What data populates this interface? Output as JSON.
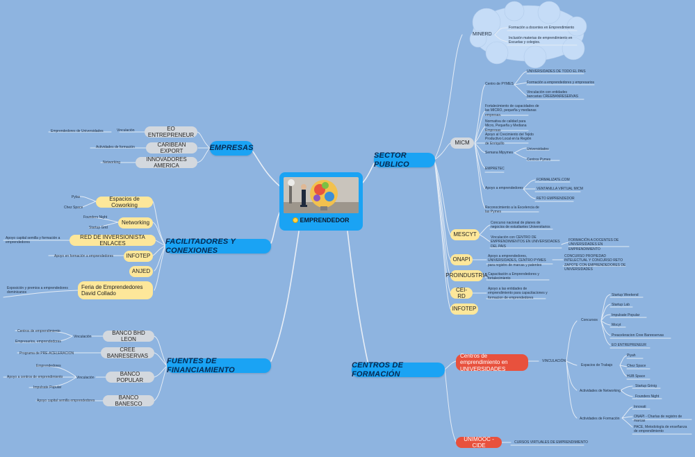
{
  "center": {
    "label": "EMPRENDEDOR"
  },
  "branches": {
    "empresas": "EMPRESAS",
    "facilitadores": "FACILITADORES Y CONEXIONES",
    "fuentes": "FUENTES DE FINANCIAMIENTO",
    "sector_publico": "SECTOR PUBLICO",
    "centros": "CENTROS DE FORMACIÓN"
  },
  "empresas": {
    "eo": "EO ENTREPRENEUR",
    "caribean": "CARIBEAN EXPORT",
    "innovadores": "INNOVADORES AMERICA",
    "vinculacion": "Vinculación",
    "emprendedores_univ": "Emprendedores de Universidades",
    "actividades_formacion": "Actividades de formación",
    "networking": "Networking"
  },
  "facilitadores": {
    "coworking": "Espacios de Coworking",
    "pylas": "Pylas",
    "chez_space": "Chez Space",
    "networking": "Networking",
    "founders_night": "Founders Night",
    "startup_grid": "Startup Grid",
    "red_inversionista": "RED DE INVERSIONISTA ENLACES",
    "apoyo_capital": "Apoyo capital semilla y formación a emprendedores",
    "infotep": "INFOTEP",
    "apoyo_formacion": "Apoyo en formación a emprendedores",
    "anjed": "ANJED",
    "feria": "Feria de Emprendedores David Collado",
    "exposicion": "Exposición y premios a emprendedores dominicanos"
  },
  "fuentes": {
    "bhd": "BANCO BHD LEON",
    "vinculacion": "Vinculación",
    "centros_emprend": "Centros de emprendimiento",
    "empresarios": "Empresarios, emprendedores",
    "cree": "CREE BANRESERVAS",
    "pre_aceleracion": "Programa de PRE-ACELERACION",
    "popular": "BANCO POPULAR",
    "emprendedores": "Emprendedores",
    "apoyo_centros": "Apoyo a centros de emprendimiento",
    "impulsate": "Impulsate Popular",
    "banesco": "BANCO BANESCO",
    "apoyo_capital": "Apoyo capital semilla emprendedores"
  },
  "sector_publico": {
    "minerd": "MINERD",
    "minerd_formacion": "Formación a docentes en Emprendimiento",
    "minerd_inclusion": "Inclusión materias de emprendimiento en Escuelas y colegios.",
    "micm": "MICM",
    "centro_pymes": "Centro de PYMES",
    "universidades_pais": "UNIVERSIDADES DE TODO EL PAIS",
    "formacion_emprendedores": "Formación a emprendedores y empresarios",
    "vinculacion_bancarias": "Vinculación con entidades bancarias CREEBANRESERVAS",
    "fortalecimiento": "Fortalecimiento de capacidades de las MICRO, pequeña y medianas empresas.",
    "normativa": "Normativa de calidad para Micro, Pequeña y Mediana Empresas",
    "apoyo_tejido": "Apoyo al Crecimiento del Tejido Productivo Local en la Región de Enriquillo",
    "semana_mipymes": "Semana Mipymes",
    "universidades": "Universidades",
    "centros_pymes": "Centros Pymes",
    "empretec": "EMPRETEC",
    "apoyo_emprendedores": "Apoyo a emprendedores",
    "formalizate": "FORMALIZATE.COM",
    "ventanilla": "VENTANILLA VIRTUAL MICM",
    "reto": "RETO EMPRENDEDOR",
    "reconocimiento": "Reconocimiento a la Excelencia de las Pymes",
    "mescyt": "MESCYT",
    "concurso_nacional": "Concurso nacional de planes de negocios de estudiantes Universitarios",
    "vinculacion_centros": "Vinculación con CENTRO DE EMPRENDIMIENTOS EN UNIVERSIDADES DEL PAIS",
    "formacion_docentes": "FORMACIÓN A DOCENTES DE UNIVERSIDADES EN EMPRENDIMIENTO",
    "onapi": "ONAPI",
    "onapi_apoyo": "Apoyo a emprendedores, UNIVERSIDADES, CENTRO PYMES para registro de marcas y patentes",
    "concurso_propiedad": "CONCURSO PROPIEDAD INTELECTUAL Y CONCURSO RETO ZAPOTE CON EMPRENDEDORES DE UNIVERSIDADES",
    "proindustria": "PROINDUSTRIA",
    "capacitacion": "Capacitación a Emprendedores y fortalecimiento",
    "cbrd": "CEI-RD",
    "cbrd_apoyo": "Apoyo a las entidades de emprendimiento para capacitaciones y formacion de emprendedores",
    "infotep": "INFOTEP"
  },
  "centros": {
    "centros_univ": "Centros de emprendimiento en UNIVERSIDADES",
    "vinculacion": "VINCULACIÓN",
    "concursos": "Concursos",
    "startup_weekend": "Startup Weekend",
    "startup_lab": "Startup Lab",
    "impulsate": "Impulsate Popular",
    "mocyt": "Mocyt",
    "preaceleracion": "Preaceleracion Cree Banreservas",
    "eo": "EO ENTREPRENEUR",
    "espacios_trabajo": "Espacios de Trabajo",
    "piyah": "Piyah",
    "chez_space": "Chez Space",
    "hub_space": "HUB Space",
    "actividades_networking": "Actividades de Networking",
    "startup_grind": "Startup Grinig",
    "founders_night": "Founders Night",
    "actividades_formacion": "Actividades de Formación",
    "innovati": "Innovati",
    "onapi_charlas": "ONAPI - Charlas de registro de marcas",
    "pace": "PACE, Metodología de enseñanza de emprendimiento",
    "unimooc": "UNIMOOC - CIDE",
    "cursos_virtuales": "CURSOS VIRTUALES DE EMPRENDIMIENTO"
  }
}
